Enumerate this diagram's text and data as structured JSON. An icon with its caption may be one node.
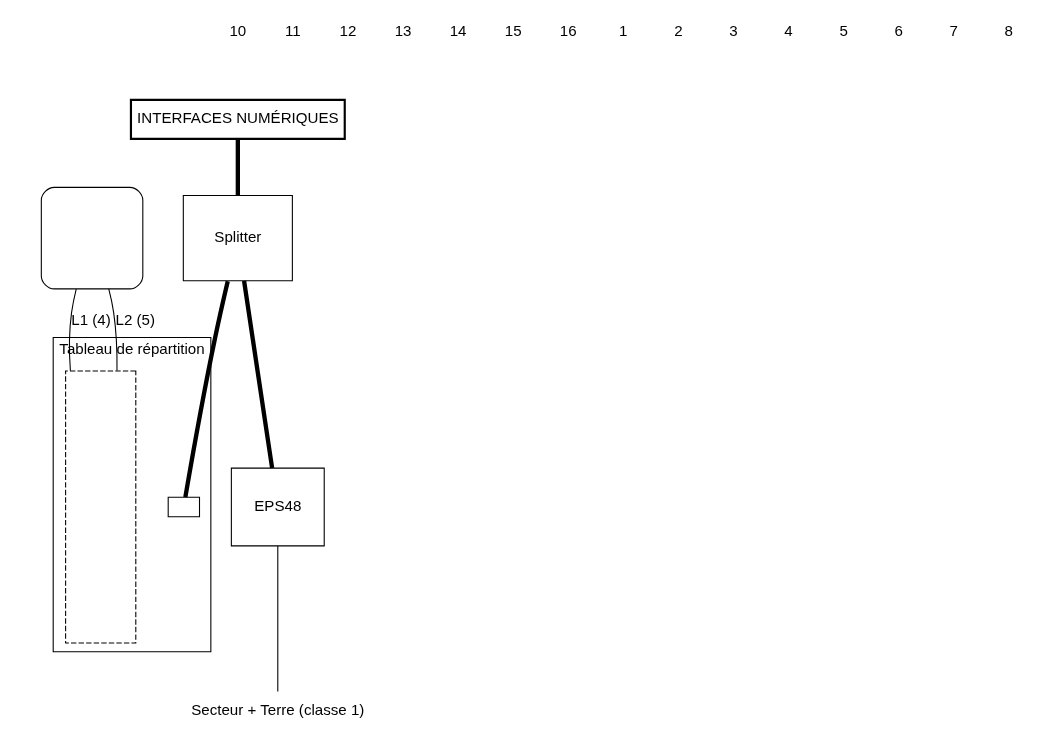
{
  "diagram": {
    "nodes": [
      {
        "text": [],
        "shape": "box"
      },
      {
        "text": [
          "Tableau de répartition"
        ]
      },
      {
        "text": [],
        "shape": "box",
        "in": 1
      },
      {
        "text": [],
        "shape": "box",
        "in": 1
      },
      {
        "text": [
          "INTERFACES NUMÉRIQUES"
        ]
      },
      {
        "text": [
          "Splitter"
        ]
      },
      {
        "text": [
          "EPS48"
        ]
      },
      {
        "text": [
          "Secteur + Terre (classe 1)"
        ]
      }
    ],
    "edges": [
      {
        "from": 0,
        "to": 2,
        "arrow": "none",
        "label": "L1 (4)"
      },
      {
        "from": 0,
        "to": 2,
        "arrow": "none",
        "label": "L2 (5)"
      },
      {
        "from": 4,
        "to": 5,
        "arrow": "none",
        "style": "thick"
      },
      {
        "from": 5,
        "to": 3,
        "arrow": "none",
        "style": "thick"
      },
      {
        "from": 5,
        "to": 6,
        "arrow": "none",
        "style": "thick"
      },
      {
        "from": 6,
        "to": 7,
        "arrow": "none"
      }
    ],
    "labels": [
      "10",
      "11",
      "12",
      "13",
      "14",
      "15",
      "16",
      "1",
      "2",
      "3",
      "4",
      "5",
      "6",
      "7",
      "8"
    ]
  }
}
